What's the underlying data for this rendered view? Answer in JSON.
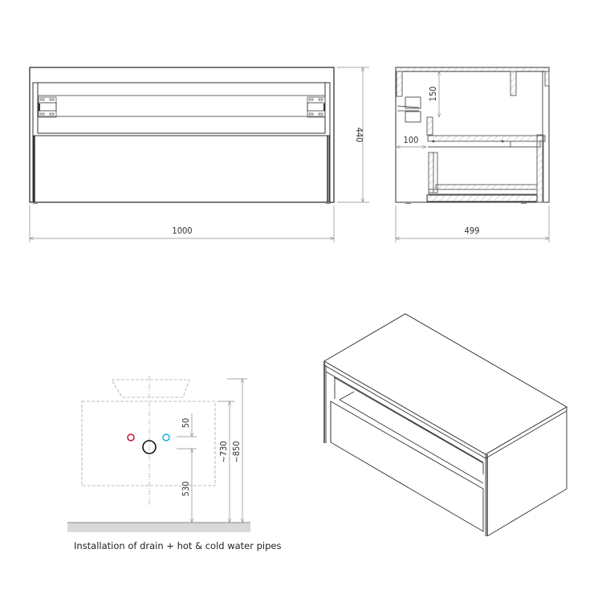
{
  "front_view": {
    "width_label": "1000",
    "height_label": "440"
  },
  "side_view": {
    "depth_label": "499",
    "top_gap_label": "150",
    "back_gap_label": "100"
  },
  "installation_view": {
    "pipe_spacing_label": "50",
    "drain_height_label": "530",
    "cabinet_height_label": "~730",
    "basin_height_label": "~850",
    "caption": "Installation of drain + hot & cold water pipes",
    "hot_pipe_color": "#c8102e",
    "cold_pipe_color": "#1ab0e0",
    "drain_color": "#111111"
  },
  "iso_view": {}
}
